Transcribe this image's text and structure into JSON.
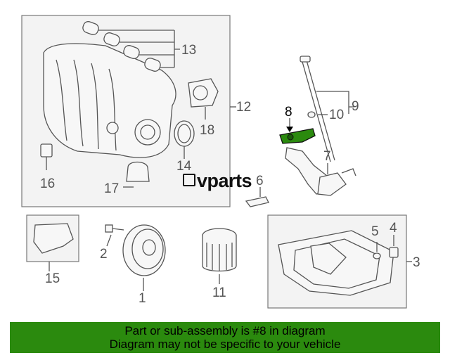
{
  "callouts": {
    "c1": "1",
    "c2": "2",
    "c3": "3",
    "c4": "4",
    "c5": "5",
    "c6": "6",
    "c7": "7",
    "c8": "8",
    "c9": "9",
    "c10": "10",
    "c11": "11",
    "c12": "12",
    "c13": "13",
    "c14": "14",
    "c15": "15",
    "c16": "16",
    "c17": "17",
    "c18": "18"
  },
  "highlighted_part": "8",
  "highlight_color": "#2b8a0e",
  "watermark": "vparts",
  "banner": {
    "line1": "Part or sub-assembly is #8 in diagram",
    "line2": "Diagram may not be specific to your vehicle",
    "color": "#2b8a0e"
  }
}
